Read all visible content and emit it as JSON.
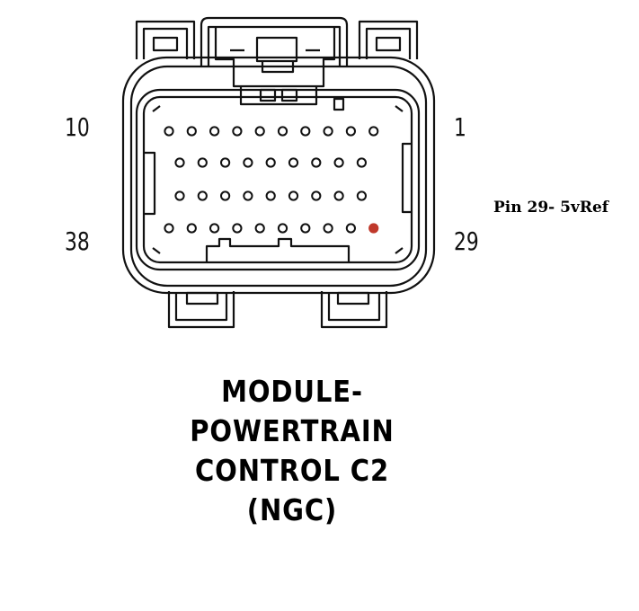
{
  "connector": {
    "pin_labels": {
      "top_left": "10",
      "top_right": "1",
      "bottom_left": "38",
      "bottom_right": "29"
    },
    "rows": [
      10,
      9,
      9,
      10
    ],
    "highlighted_pin": {
      "row": 3,
      "index": 9,
      "color": "#c0392b"
    },
    "stroke_color": "#111111"
  },
  "note": "Pin 29- 5vRef",
  "title_lines": [
    "MODULE-",
    "POWERTRAIN",
    "CONTROL C2",
    "(NGC)"
  ]
}
